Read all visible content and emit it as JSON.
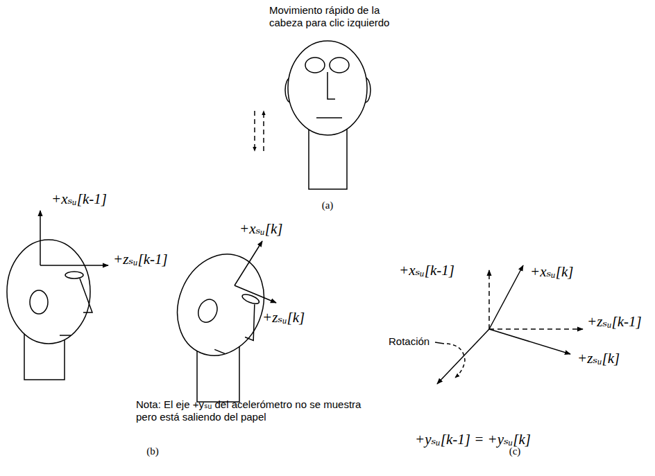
{
  "diagram": {
    "labels": [
      "Movimiento rápido de la cabeza para clic izquierdo",
      "(a)",
      "+xₛᵤ[k-1]",
      "+zₛᵤ[k-1]",
      "+xₛᵤ[k]",
      "+zₛᵤ[k]",
      "Nota: El eje +yₛᵤ del acelerómetro no se muestra pero está saliendo del papel",
      "(b)",
      "+xₛᵤ[k-1]",
      "+xₛᵤ[k]",
      "+zₛᵤ[k-1]",
      "Rotación",
      "+yₛᵤ[k-1] = +yₛᵤ[k]",
      "+zₛᵤ[k]",
      "(c)"
    ]
  }
}
